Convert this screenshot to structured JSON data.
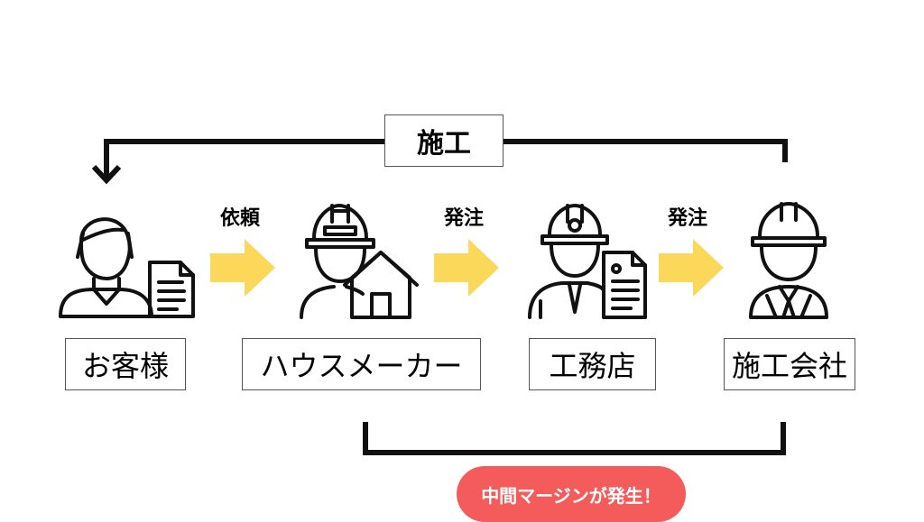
{
  "top_flow": {
    "label": "施工"
  },
  "steps": [
    {
      "label": "依頼"
    },
    {
      "label": "発注"
    },
    {
      "label": "発注"
    }
  ],
  "actors": [
    {
      "label": "お客様"
    },
    {
      "label": "ハウスメーカー"
    },
    {
      "label": "工務店"
    },
    {
      "label": "施工会社"
    }
  ],
  "margin_badge": {
    "text": "中間マージンが発生！"
  },
  "colors": {
    "arrow": "#fbd85a",
    "badge": "#f45b5b",
    "line": "#111111"
  }
}
